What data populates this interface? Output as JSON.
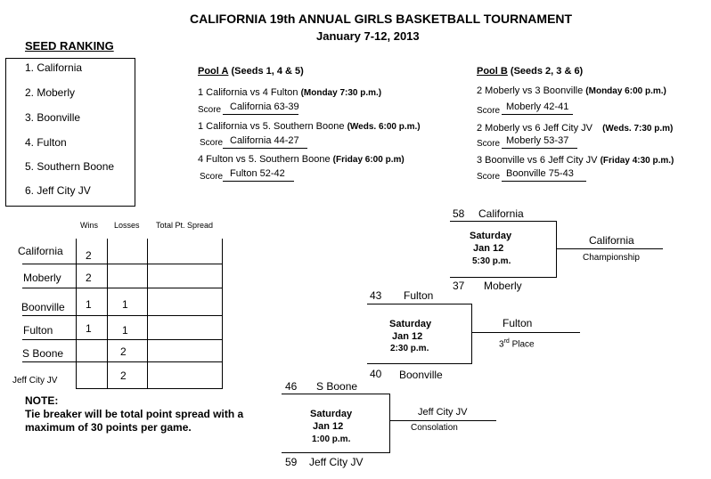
{
  "header": {
    "title": "CALIFORNIA 19th ANNUAL GIRLS BASKETBALL TOURNAMENT",
    "dates": "January 7-12, 2013"
  },
  "seed_ranking": {
    "heading": "SEED RANKING",
    "seeds": [
      "1.   California",
      "2.   Moberly",
      "3.   Boonville",
      "4.   Fulton",
      "5.   Southern Boone",
      "6.   Jeff City JV"
    ]
  },
  "pool_a": {
    "heading": "Pool A",
    "seeds": "(Seeds 1, 4 & 5)",
    "games": [
      {
        "matchup": "1 California vs 4 Fulton",
        "time": "(Monday 7:30 p.m.)",
        "score_label": "Score",
        "score": "California 63-39"
      },
      {
        "matchup": "1 California vs 5. Southern Boone",
        "time": "(Weds. 6:00 p.m.)",
        "score_label": "Score",
        "score": "California 44-27"
      },
      {
        "matchup": "4 Fulton vs 5. Southern Boone",
        "time": "(Friday 6:00 p.m)",
        "score_label": "Score",
        "score": "Fulton 52-42"
      }
    ]
  },
  "pool_b": {
    "heading": "Pool B",
    "seeds": "(Seeds 2, 3 & 6)",
    "games": [
      {
        "matchup": "2 Moberly vs 3 Boonville",
        "time": "(Monday 6:00 p.m.)",
        "score_label": "Score",
        "score": "Moberly 42-41"
      },
      {
        "matchup": "2 Moberly vs 6 Jeff City JV",
        "time": "(Weds. 7:30 p.m)",
        "score_label": "Score",
        "score": "Moberly 53-37"
      },
      {
        "matchup": "3 Boonville vs 6 Jeff City JV",
        "time": "(Friday 4:30 p.m.)",
        "score_label": "Score",
        "score": "Boonville 75-43"
      }
    ]
  },
  "standings": {
    "headers": [
      "Wins",
      "Losses",
      "Total Pt. Spread"
    ],
    "rows": [
      {
        "team": "California",
        "wins": "2",
        "losses": "",
        "spread": ""
      },
      {
        "team": "Moberly",
        "wins": "2",
        "losses": "",
        "spread": ""
      },
      {
        "team": "Boonville",
        "wins": "1",
        "losses": "1",
        "spread": ""
      },
      {
        "team": "Fulton",
        "wins": "1",
        "losses": "1",
        "spread": ""
      },
      {
        "team": "S Boone",
        "wins": "",
        "losses": "2",
        "spread": ""
      },
      {
        "team": "Jeff City JV",
        "wins": "",
        "losses": "2",
        "spread": ""
      }
    ]
  },
  "note": {
    "heading": "NOTE:",
    "line1": "Tie breaker will be total point spread with a",
    "line2": "maximum of 30 points per game."
  },
  "brackets": {
    "championship": {
      "top_score": "58",
      "top_team": "California",
      "day": "Saturday",
      "date": "Jan 12",
      "time": "5:30 p.m.",
      "bottom_score": "37",
      "bottom_team": "Moberly",
      "winner": "California",
      "label": "Championship"
    },
    "third_place": {
      "top_score": "43",
      "top_team": "Fulton",
      "day": "Saturday",
      "date": "Jan 12",
      "time": "2:30 p.m.",
      "bottom_score": "40",
      "bottom_team": "Boonville",
      "winner": "Fulton",
      "label_num": "3",
      "label_sup": "rd",
      "label_rest": " Place"
    },
    "consolation": {
      "top_score": "46",
      "top_team": "S Boone",
      "day": "Saturday",
      "date": "Jan 12",
      "time": "1:00 p.m.",
      "bottom_score": "59",
      "bottom_team": "Jeff City JV",
      "winner": "Jeff City JV",
      "label": "Consolation"
    }
  }
}
